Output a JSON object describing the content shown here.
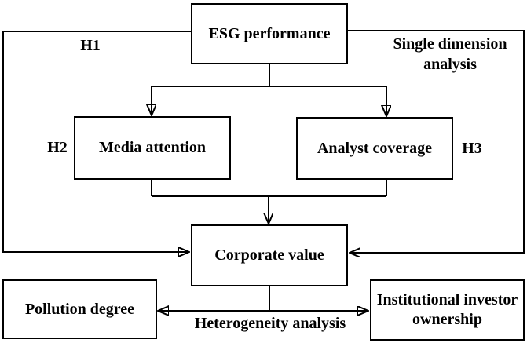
{
  "figure": {
    "colors": {
      "background": "#ffffff",
      "line": "#000000",
      "text": "#000000",
      "box_fill": "#ffffff"
    },
    "nodes": {
      "esg": {
        "label": "ESG performance"
      },
      "media": {
        "label": "Media attention"
      },
      "analyst": {
        "label": "Analyst coverage"
      },
      "corporate": {
        "label": "Corporate value"
      },
      "pollution": {
        "label": "Pollution degree"
      },
      "institutional": {
        "label": "Institutional investor ownership"
      }
    },
    "annotations": {
      "h1": "H1",
      "h2": "H2",
      "h3": "H3",
      "single_dimension": "Single dimension analysis",
      "heterogeneity": "Heterogeneity analysis"
    },
    "edges": [
      {
        "from": "ESG performance",
        "to": "Corporate value",
        "route": "left-side",
        "label": "H1",
        "type": "arrow"
      },
      {
        "from": "ESG performance",
        "to": "Corporate value",
        "route": "right-side",
        "label": "Single dimension analysis",
        "type": "arrow"
      },
      {
        "from": "ESG performance",
        "to": "Media attention",
        "type": "arrow"
      },
      {
        "from": "ESG performance",
        "to": "Analyst coverage",
        "type": "arrow"
      },
      {
        "from": "Media attention",
        "to": "Corporate value",
        "label": "H2",
        "type": "arrow"
      },
      {
        "from": "Analyst coverage",
        "to": "Corporate value",
        "label": "H3",
        "type": "arrow"
      },
      {
        "from": "Pollution degree",
        "to": "Institutional investor ownership",
        "label": "Heterogeneity analysis",
        "type": "double-arrow",
        "joined_from": "Corporate value"
      }
    ]
  }
}
